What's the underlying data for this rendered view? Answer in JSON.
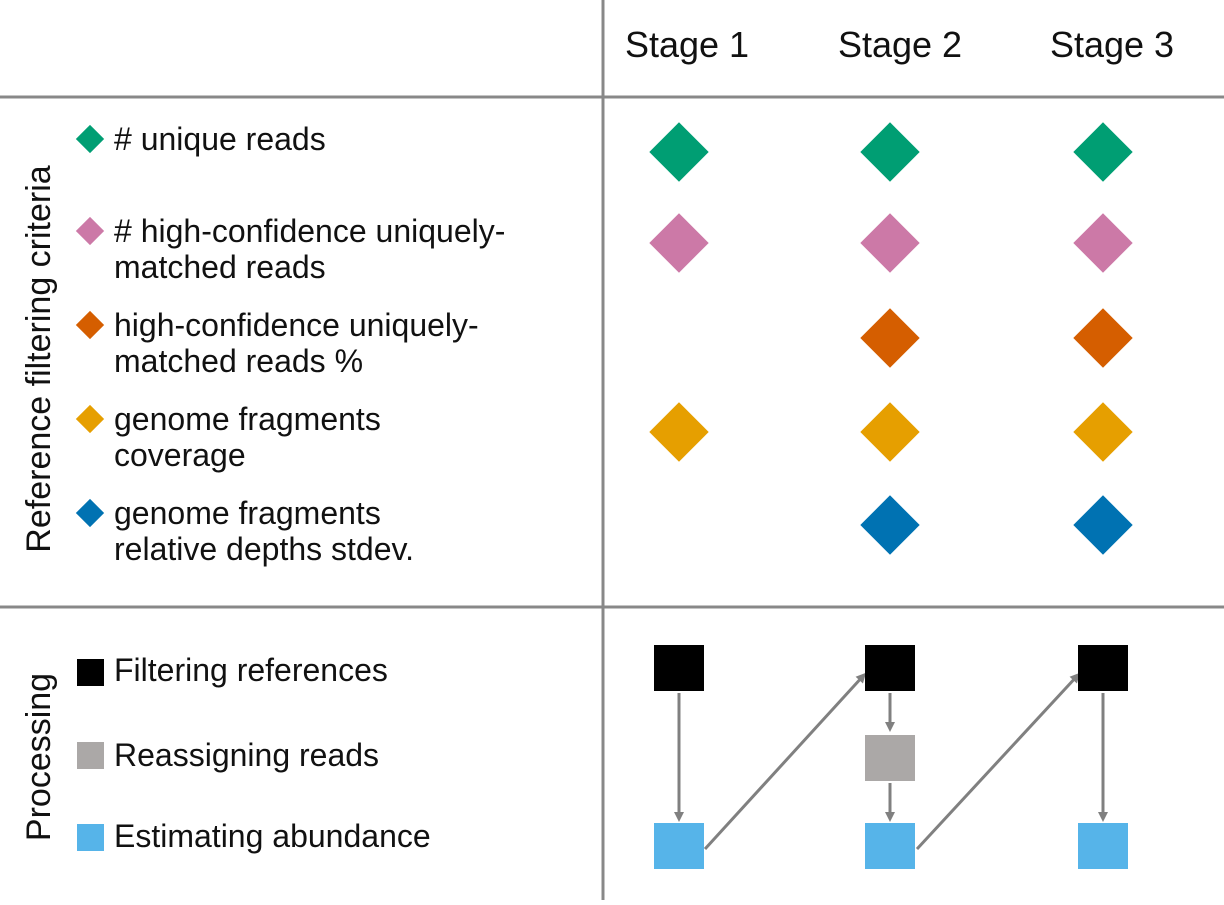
{
  "stages": [
    "Stage 1",
    "Stage 2",
    "Stage 3"
  ],
  "sections": {
    "criteria_title": "Reference filtering criteria",
    "processing_title": "Processing"
  },
  "criteria": [
    {
      "lines": [
        "# unique reads"
      ],
      "color": "#009E73",
      "stages": [
        true,
        true,
        true
      ]
    },
    {
      "lines": [
        "# high-confidence uniquely-",
        "matched reads"
      ],
      "color": "#CC79A7",
      "stages": [
        true,
        true,
        true
      ]
    },
    {
      "lines": [
        "high-confidence uniquely-",
        "matched reads %"
      ],
      "color": "#D55E00",
      "stages": [
        false,
        true,
        true
      ]
    },
    {
      "lines": [
        "genome fragments",
        "coverage"
      ],
      "color": "#E69F00",
      "stages": [
        true,
        true,
        true
      ]
    },
    {
      "lines": [
        "genome fragments",
        "relative depths stdev."
      ],
      "color": "#0072B2",
      "stages": [
        false,
        true,
        true
      ]
    }
  ],
  "processing": [
    {
      "label": "Filtering references",
      "color": "#000000",
      "stages": [
        true,
        true,
        true
      ]
    },
    {
      "label": "Reassigning reads",
      "color": "#ABA8A7",
      "stages": [
        false,
        true,
        false
      ]
    },
    {
      "label": "Estimating abundance",
      "color": "#56B4E9",
      "stages": [
        true,
        true,
        true
      ]
    }
  ],
  "arrow_color": "#808080",
  "grid_color": "#888888"
}
